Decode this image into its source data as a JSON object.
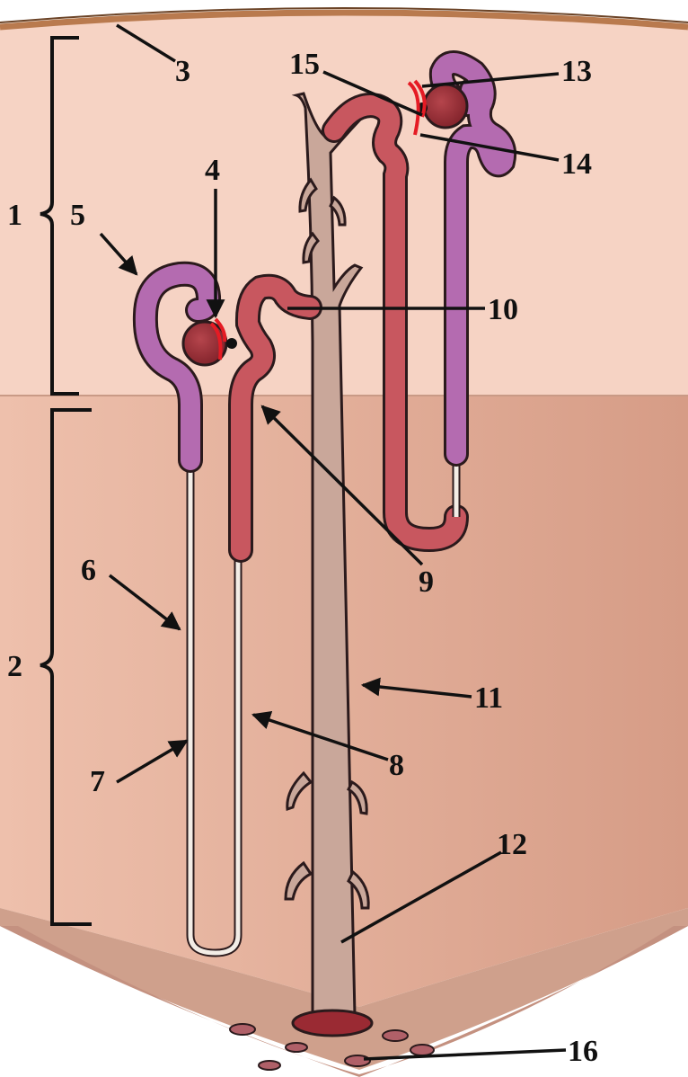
{
  "labels": {
    "l1": "1",
    "l2": "2",
    "l3": "3",
    "l4": "4",
    "l5": "5",
    "l6": "6",
    "l7": "7",
    "l8": "8",
    "l9": "9",
    "l10": "10",
    "l11": "11",
    "l12": "12",
    "l13": "13",
    "l14": "14",
    "l15": "15",
    "l16": "16"
  },
  "colors": {
    "cortex": "#f6d3c4",
    "medulla": "#dfa78f",
    "capsule": "#c98a5a",
    "pelvis": "#cfa08c",
    "collecting_duct": "#c9a79a",
    "proximal_tubule": "#c8575f",
    "distal_tubule": "#b46bb0",
    "glomerulus": "#8e2a32",
    "vessel": "#e51b24",
    "outline": "#2b1a1c"
  }
}
